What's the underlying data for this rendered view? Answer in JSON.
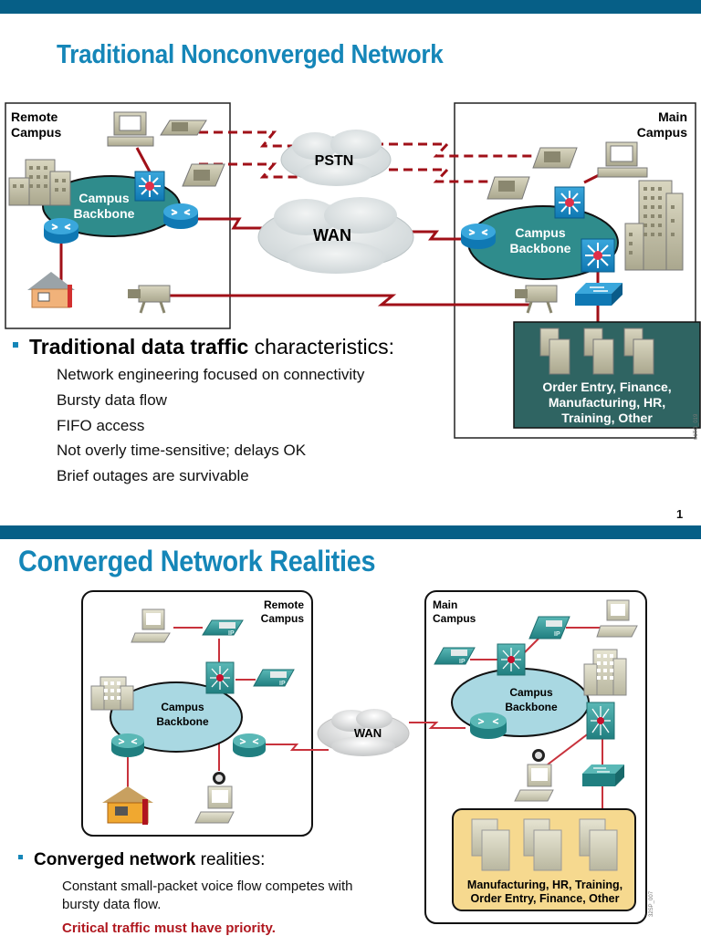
{
  "slide1": {
    "title": "Traditional Nonconverged Network",
    "diagram": {
      "remote_label_line1": "Remote",
      "remote_label_line2": "Campus",
      "main_label_line1": "Main",
      "main_label_line2": "Campus",
      "backbone_line1": "Campus",
      "backbone_line2": "Backbone",
      "pstn_label": "PSTN",
      "wan_label": "WAN",
      "server_label_lines": [
        "Order Entry, Finance,",
        "Manufacturing, HR,",
        "Training, Other"
      ],
      "figure_code": "01TG_019",
      "colors": {
        "link": "#a01018",
        "backbone": "#2f8c8c",
        "server_box": "#2f6462"
      }
    },
    "bullet": {
      "bold": "Traditional data traffic",
      "rest": " characteristics:"
    },
    "sub_items": [
      "Network engineering focused on connectivity",
      "Bursty data flow",
      "FIFO access",
      "Not overly time-sensitive; delays OK",
      "Brief outages are survivable"
    ],
    "page_number": "1"
  },
  "slide2": {
    "title": "Converged Network Realities",
    "diagram": {
      "remote_label_line1": "Remote",
      "remote_label_line2": "Campus",
      "main_label_line1": "Main",
      "main_label_line2": "Campus",
      "backbone_line1": "Campus",
      "backbone_line2": "Backbone",
      "wan_label": "WAN",
      "ip_label": "IP",
      "server_label_lines": [
        "Manufacturing, HR, Training,",
        "Order Entry, Finance, Other"
      ],
      "figure_code": "32SP_007",
      "colors": {
        "link": "#c8323c",
        "backbone": "#a9d8e2",
        "server_box": "#f6d98f"
      }
    },
    "bullet": {
      "bold": "Converged network",
      "rest": " realities:"
    },
    "sub_items": [
      "Constant small-packet voice flow competes with",
      "bursty data flow."
    ],
    "critical": "Critical traffic must have priority."
  },
  "brand_color": "#065f87",
  "title_color": "#1586b8"
}
